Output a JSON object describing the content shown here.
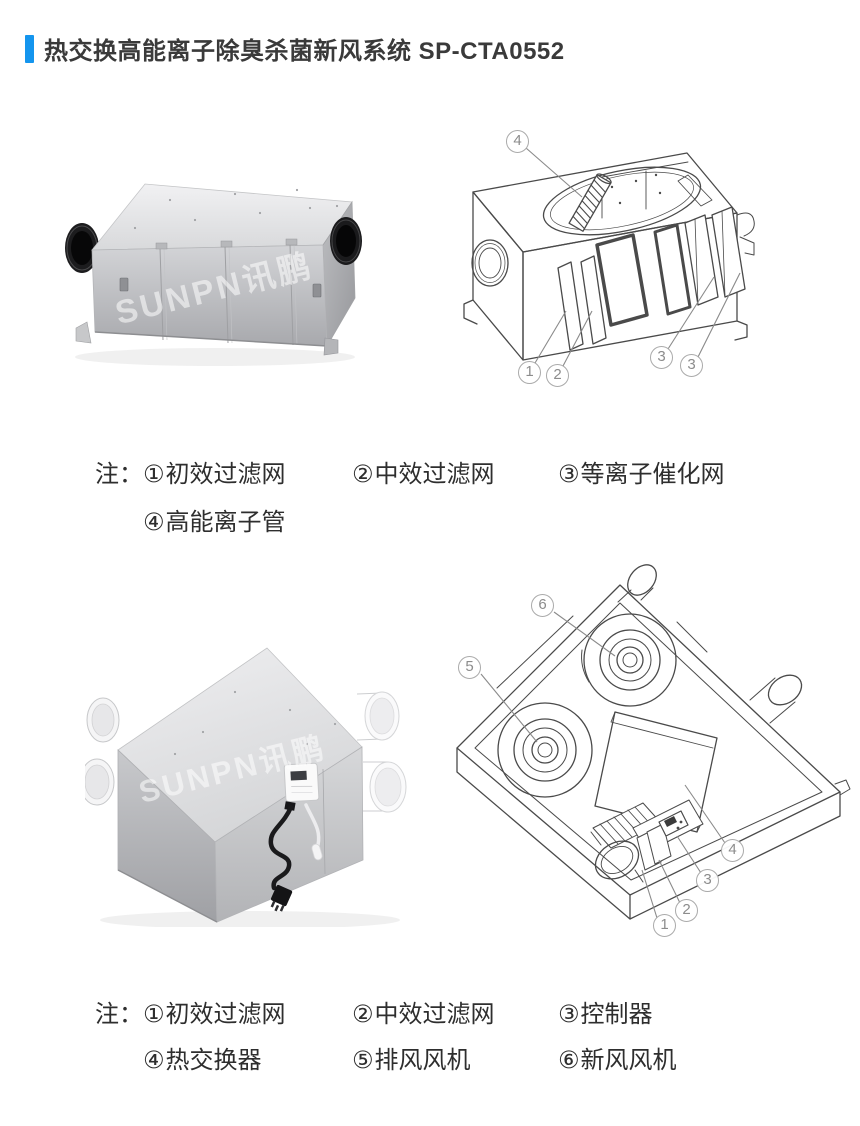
{
  "header": {
    "accent_color": "#1495ee",
    "title": "热交换高能离子除臭杀菌新风系统 SP-CTA0552"
  },
  "watermark": "SUNPN讯鹏",
  "notes1": {
    "prefix": "注：",
    "row1": [
      {
        "num": "①",
        "label": "初效过滤网"
      },
      {
        "num": "②",
        "label": "中效过滤网"
      },
      {
        "num": "③",
        "label": "等离子催化网"
      }
    ],
    "row2": [
      {
        "num": "④",
        "label": "高能离子管"
      }
    ]
  },
  "notes2": {
    "prefix": "注：",
    "row1": [
      {
        "num": "①",
        "label": "初效过滤网"
      },
      {
        "num": "②",
        "label": "中效过滤网"
      },
      {
        "num": "③",
        "label": "控制器"
      }
    ],
    "row2": [
      {
        "num": "④",
        "label": "热交换器"
      },
      {
        "num": "⑤",
        "label": "排风风机"
      },
      {
        "num": "⑥",
        "label": "新风风机"
      }
    ]
  },
  "diagram1": {
    "callouts": {
      "c4": "4",
      "c1": "1",
      "c2": "2",
      "c3a": "3",
      "c3b": "3"
    }
  },
  "diagram2": {
    "callouts": {
      "c6": "6",
      "c5": "5",
      "c4": "4",
      "c3": "3",
      "c2": "2",
      "c1": "1"
    }
  }
}
